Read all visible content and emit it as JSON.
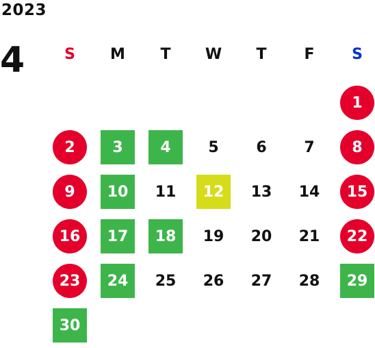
{
  "calendar": {
    "year": "2023",
    "month": "4",
    "weekdays": [
      {
        "label": "S",
        "color": "#e4002b"
      },
      {
        "label": "M",
        "color": "#111111"
      },
      {
        "label": "T",
        "color": "#111111"
      },
      {
        "label": "W",
        "color": "#111111"
      },
      {
        "label": "T",
        "color": "#111111"
      },
      {
        "label": "F",
        "color": "#111111"
      },
      {
        "label": "S",
        "color": "#0033cc"
      }
    ],
    "first_weekday": "Saturday",
    "colors": {
      "holiday_circle": "#e4002b",
      "closed_day_square": "#3db54a",
      "highlight_day_square": "#d6dc1a",
      "plain_text": "#111111"
    },
    "days": [
      {
        "day": "1",
        "style": "circle"
      },
      {
        "day": "2",
        "style": "circle"
      },
      {
        "day": "3",
        "style": "green"
      },
      {
        "day": "4",
        "style": "green"
      },
      {
        "day": "5",
        "style": "plain"
      },
      {
        "day": "6",
        "style": "plain"
      },
      {
        "day": "7",
        "style": "plain"
      },
      {
        "day": "8",
        "style": "circle"
      },
      {
        "day": "9",
        "style": "circle"
      },
      {
        "day": "10",
        "style": "green"
      },
      {
        "day": "11",
        "style": "plain"
      },
      {
        "day": "12",
        "style": "yellow"
      },
      {
        "day": "13",
        "style": "plain"
      },
      {
        "day": "14",
        "style": "plain"
      },
      {
        "day": "15",
        "style": "circle"
      },
      {
        "day": "16",
        "style": "circle"
      },
      {
        "day": "17",
        "style": "green"
      },
      {
        "day": "18",
        "style": "green"
      },
      {
        "day": "19",
        "style": "plain"
      },
      {
        "day": "20",
        "style": "plain"
      },
      {
        "day": "21",
        "style": "plain"
      },
      {
        "day": "22",
        "style": "circle"
      },
      {
        "day": "23",
        "style": "circle"
      },
      {
        "day": "24",
        "style": "green"
      },
      {
        "day": "25",
        "style": "plain"
      },
      {
        "day": "26",
        "style": "plain"
      },
      {
        "day": "27",
        "style": "plain"
      },
      {
        "day": "28",
        "style": "plain"
      },
      {
        "day": "29",
        "style": "green"
      },
      {
        "day": "30",
        "style": "green"
      }
    ]
  }
}
